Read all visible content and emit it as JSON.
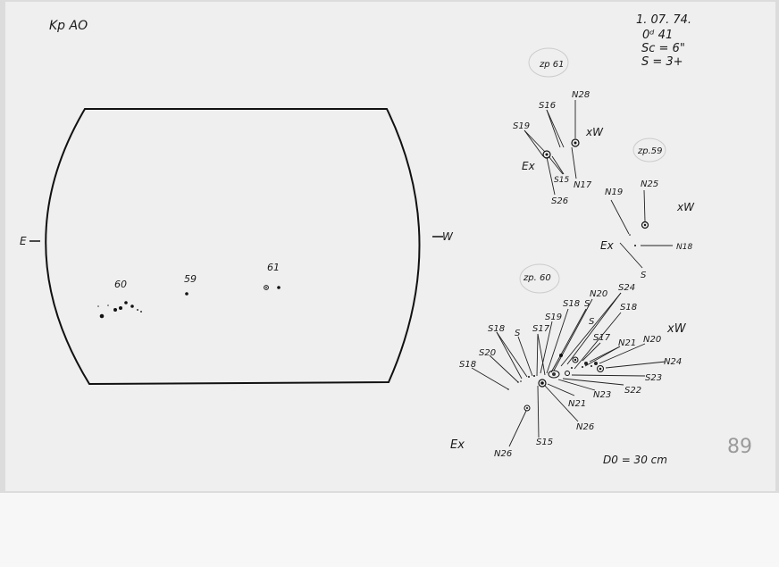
{
  "sheet": {
    "title": "Kp AO",
    "page_number": "89",
    "header": {
      "date": "1. 07. 74.",
      "time": "0ᵈ 41",
      "seeing": "Sc = 6\"",
      "quality": "S = 3+"
    },
    "disk": {
      "east": "E",
      "west": "W",
      "diameter": "D0 = 30 cm"
    },
    "disk_groups": [
      {
        "label": "60"
      },
      {
        "label": "59"
      },
      {
        "label": "61"
      }
    ]
  },
  "group61": {
    "title": "zp 61",
    "labels": [
      "S16",
      "N28",
      "S19",
      "xW",
      "Ex",
      "S15",
      "N17",
      "S26"
    ]
  },
  "group59": {
    "title": "zp.59",
    "labels": [
      "N19",
      "N25",
      "xW",
      "Ex",
      "N18",
      "S"
    ]
  },
  "group60": {
    "title": "zp. 60",
    "labels": [
      "N20",
      "S24",
      "S18",
      "S19",
      "S18",
      "S",
      "S17",
      "S",
      "S18",
      "S20",
      "S18",
      "S",
      "S17",
      "N21",
      "N20",
      "xW",
      "N24",
      "S23",
      "S22",
      "N23",
      "N21",
      "N26",
      "S15",
      "N26",
      "Ex"
    ]
  }
}
